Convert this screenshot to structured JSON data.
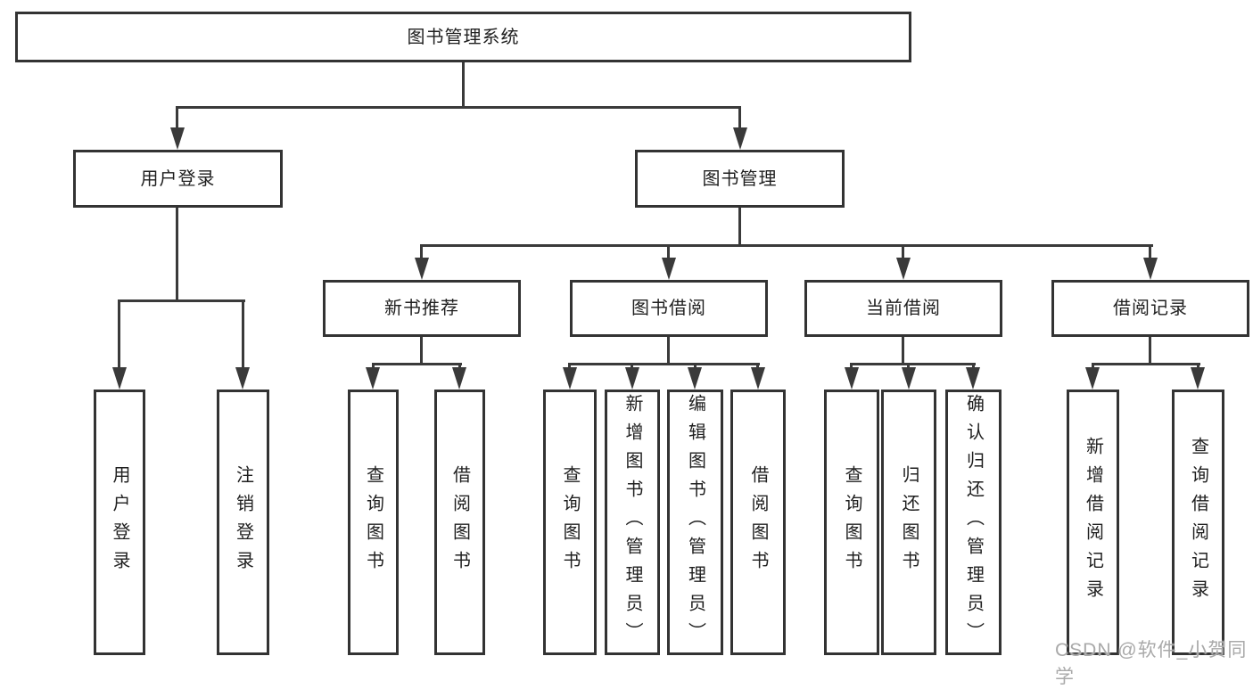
{
  "colors": {
    "background": "#ffffff",
    "line": "#3a3a3a",
    "border": "#333333",
    "text": "#1f1f1f",
    "watermark": "#a9a9a9"
  },
  "tree": {
    "root": {
      "label": "图书管理系统"
    },
    "branches": [
      {
        "label": "用户登录",
        "children": [
          "用户登录",
          "注销登录"
        ]
      },
      {
        "label": "图书管理",
        "sections": [
          {
            "label": "新书推荐",
            "children": [
              "查询图书",
              "借阅图书"
            ]
          },
          {
            "label": "图书借阅",
            "children": [
              "查询图书",
              "新增图书（管理员）",
              "编辑图书（管理员）",
              "借阅图书"
            ]
          },
          {
            "label": "当前借阅",
            "children": [
              "查询图书",
              "归还图书",
              "确认归还（管理员）"
            ]
          },
          {
            "label": "借阅记录",
            "children": [
              "新增借阅记录",
              "查询借阅记录"
            ]
          }
        ]
      }
    ]
  },
  "watermark": {
    "text": "CSDN @软件_小贺同学"
  }
}
